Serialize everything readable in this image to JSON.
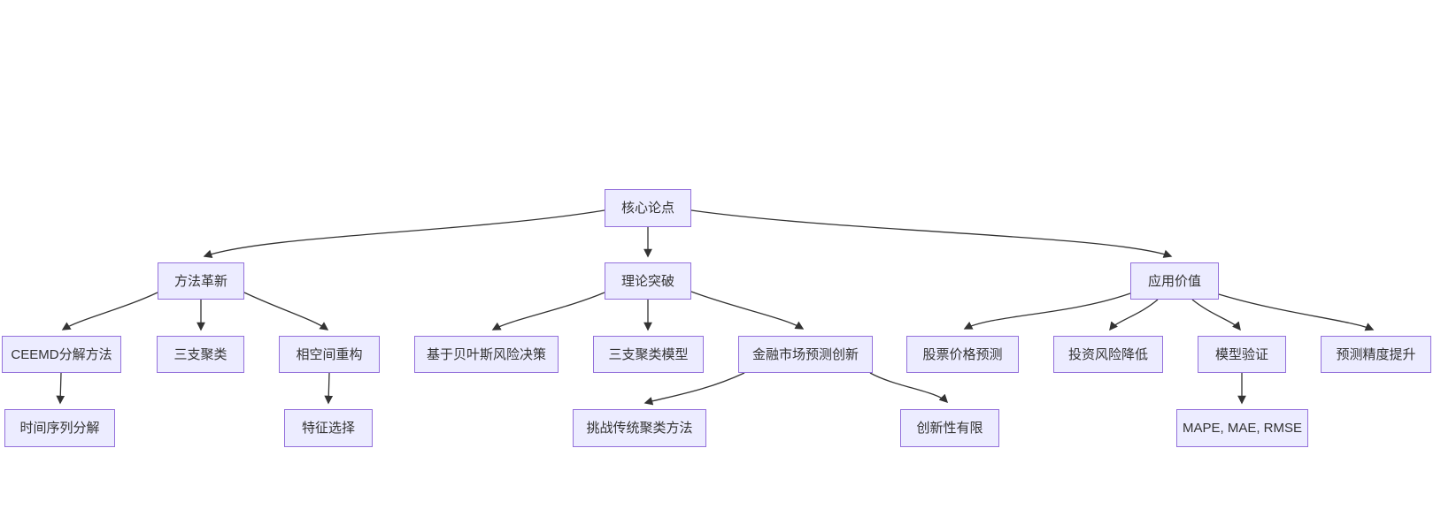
{
  "diagram": {
    "type": "flowchart-top-down",
    "root_label": "核心论点",
    "colors": {
      "node_fill": "#ECECFF",
      "node_border": "#9370DB",
      "text": "#333333",
      "edge": "#333333",
      "background": "#ffffff"
    }
  },
  "nodes": {
    "core": {
      "label": "核心论点"
    },
    "method": {
      "label": "方法革新"
    },
    "theory": {
      "label": "理论突破"
    },
    "application": {
      "label": "应用价值"
    },
    "ceemd": {
      "label": "CEEMD分解方法"
    },
    "three_way": {
      "label": "三支聚类"
    },
    "phase_space": {
      "label": "相空间重构"
    },
    "bayes": {
      "label": "基于贝叶斯风险决策"
    },
    "three_way_model": {
      "label": "三支聚类模型"
    },
    "finance": {
      "label": "金融市场预测创新"
    },
    "stock": {
      "label": "股票价格预测"
    },
    "invest": {
      "label": "投资风险降低"
    },
    "model_valid": {
      "label": "模型验证"
    },
    "accuracy": {
      "label": "预测精度提升"
    },
    "time_series": {
      "label": "时间序列分解"
    },
    "feature": {
      "label": "特征选择"
    },
    "challenge": {
      "label": "挑战传统聚类方法"
    },
    "limited": {
      "label": "创新性有限"
    },
    "metrics": {
      "label": "MAPE, MAE, RMSE"
    }
  },
  "edges": [
    {
      "from": "核心论点",
      "to": "方法革新"
    },
    {
      "from": "核心论点",
      "to": "理论突破"
    },
    {
      "from": "核心论点",
      "to": "应用价值"
    },
    {
      "from": "方法革新",
      "to": "CEEMD分解方法"
    },
    {
      "from": "方法革新",
      "to": "三支聚类"
    },
    {
      "from": "方法革新",
      "to": "相空间重构"
    },
    {
      "from": "理论突破",
      "to": "基于贝叶斯风险决策"
    },
    {
      "from": "理论突破",
      "to": "三支聚类模型"
    },
    {
      "from": "理论突破",
      "to": "金融市场预测创新"
    },
    {
      "from": "应用价值",
      "to": "股票价格预测"
    },
    {
      "from": "应用价值",
      "to": "投资风险降低"
    },
    {
      "from": "应用价值",
      "to": "模型验证"
    },
    {
      "from": "应用价值",
      "to": "预测精度提升"
    },
    {
      "from": "CEEMD分解方法",
      "to": "时间序列分解"
    },
    {
      "from": "相空间重构",
      "to": "特征选择"
    },
    {
      "from": "金融市场预测创新",
      "to": "挑战传统聚类方法"
    },
    {
      "from": "金融市场预测创新",
      "to": "创新性有限"
    },
    {
      "from": "模型验证",
      "to": "MAPE, MAE, RMSE"
    }
  ]
}
